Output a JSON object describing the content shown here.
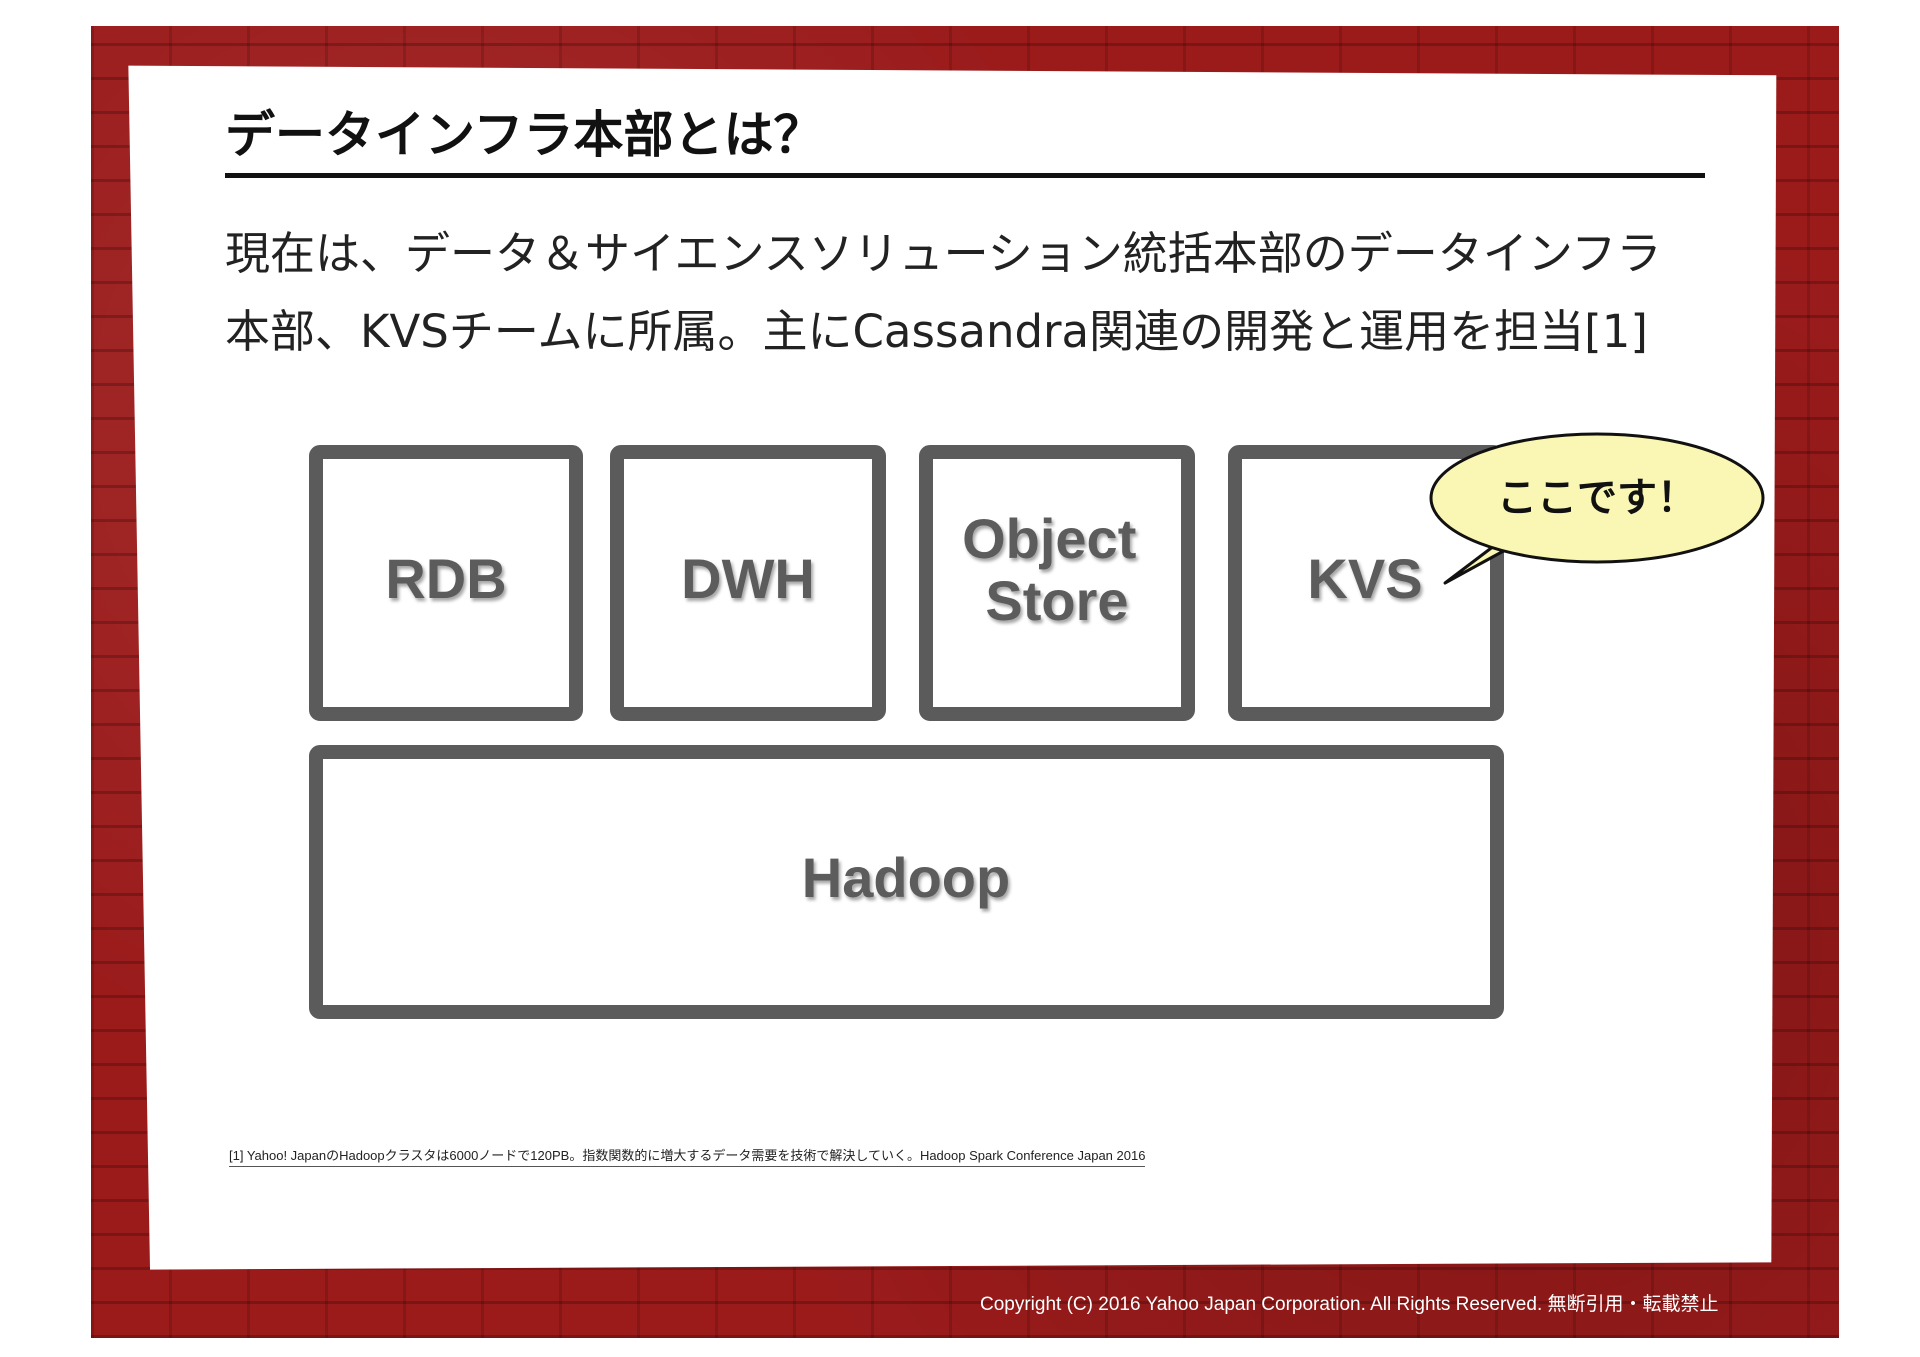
{
  "slide": {
    "title": "データインフラ本部とは？",
    "intro_lines": [
      "現在は、データ＆サイエンスソリューション統括本部のデータインフラ",
      "本部、KVSチームに所属。主にCassandra関連の開発と運用を担当[1]"
    ],
    "footnote": "[1] Yahoo! JapanのHadoopクラスタは6000ノードで120PB。指数関数的に増大するデータ需要を技術で解決していく。Hadoop Spark Conference Japan 2016",
    "copyright": "Copyright (C) 2016 Yahoo Japan Corporation. All Rights Reserved. 無断引用・転載禁止"
  },
  "diagram": {
    "boxes": [
      {
        "id": "rdb",
        "label_lines": [
          "RDB"
        ]
      },
      {
        "id": "dwh",
        "label_lines": [
          "DWH"
        ]
      },
      {
        "id": "object-store",
        "label_lines": [
          "Object",
          "Store"
        ]
      },
      {
        "id": "kvs",
        "label_lines": [
          "KVS"
        ]
      }
    ],
    "base": {
      "id": "hadoop",
      "label_lines": [
        "Hadoop"
      ]
    },
    "callout": {
      "label": "ここです！",
      "points_to": "kvs"
    },
    "colors": {
      "box_stroke": "#5b5b5b",
      "box_label": "#5b5b5b",
      "callout_fill": "#faf6b4",
      "callout_stroke": "#111111",
      "frame_brick": "#9b1b1b",
      "title_rule": "#111111"
    }
  }
}
